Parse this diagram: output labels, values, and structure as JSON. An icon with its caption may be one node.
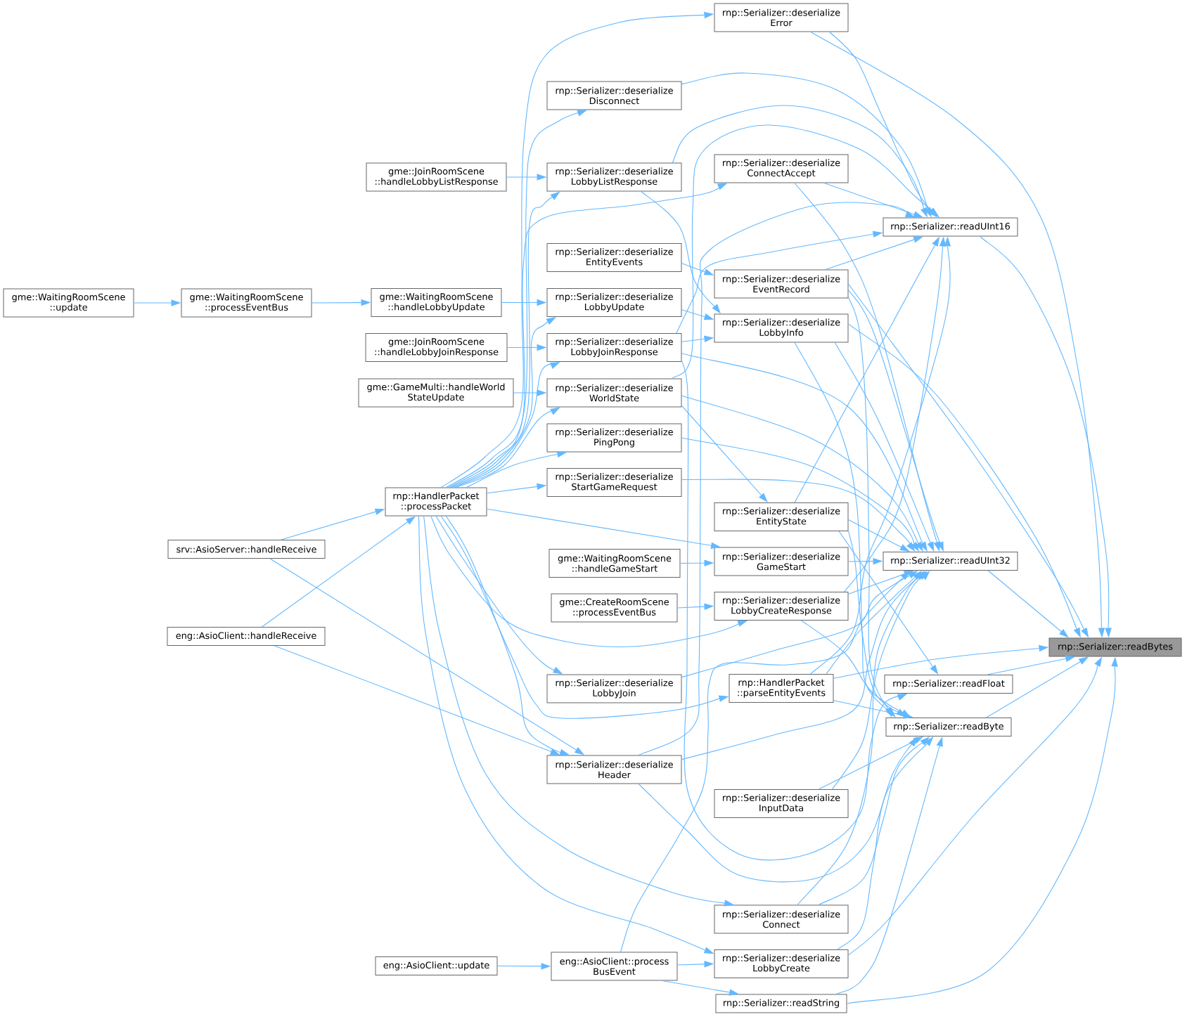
{
  "diagram": {
    "nodes": [
      {
        "text": [
          "rnp::Serializer::deserialize Error"
        ]
      },
      {
        "text": [
          "rnp::Serializer::deserialize Disconnect"
        ]
      },
      {
        "text": [
          "gme::JoinRoomScene ::handleLobbyListResponse"
        ]
      },
      {
        "text": [
          "rnp::Serializer::deserialize LobbyListResponse"
        ]
      },
      {
        "text": [
          "rnp::Serializer::deserialize ConnectAccept"
        ]
      },
      {
        "text": [
          "rnp::Serializer::readUInt16"
        ]
      },
      {
        "text": [
          "rnp::Serializer::deserialize EntityEvents"
        ]
      },
      {
        "text": [
          "rnp::Serializer::deserialize EventRecord"
        ]
      },
      {
        "text": [
          "gme::WaitingRoomScene ::update"
        ]
      },
      {
        "text": [
          "gme::WaitingRoomScene ::processEventBus"
        ]
      },
      {
        "text": [
          "gme::WaitingRoomScene ::handleLobbyUpdate"
        ]
      },
      {
        "text": [
          "rnp::Serializer::deserialize LobbyUpdate"
        ]
      },
      {
        "text": [
          "rnp::Serializer::deserialize LobbyInfo"
        ]
      },
      {
        "text": [
          "gme::JoinRoomScene ::handleLobbyJoinResponse"
        ]
      },
      {
        "text": [
          "rnp::Serializer::deserialize LobbyJoinResponse"
        ]
      },
      {
        "text": [
          "gme::GameMulti::handleWorld StateUpdate"
        ]
      },
      {
        "text": [
          "rnp::Serializer::deserialize WorldState"
        ]
      },
      {
        "text": [
          "rnp::Serializer::deserialize PingPong"
        ]
      },
      {
        "text": [
          "rnp::Serializer::deserialize StartGameRequest"
        ]
      },
      {
        "text": [
          "rnp::HandlerPacket ::processPacket"
        ]
      },
      {
        "text": [
          "rnp::Serializer::deserialize EntityState"
        ]
      },
      {
        "text": [
          "srv::AsioServer::handleReceive"
        ]
      },
      {
        "text": [
          "gme::WaitingRoomScene ::handleGameStart"
        ]
      },
      {
        "text": [
          "rnp::Serializer::deserialize GameStart"
        ]
      },
      {
        "text": [
          "rnp::Serializer::readUInt32"
        ]
      },
      {
        "text": [
          "gme::CreateRoomScene ::processEventBus"
        ]
      },
      {
        "text": [
          "rnp::Serializer::deserialize LobbyCreateResponse"
        ]
      },
      {
        "text": [
          "eng::AsioClient::handleReceive"
        ]
      },
      {
        "text": [
          "rnp::Serializer::readBytes"
        ]
      },
      {
        "text": [
          "rnp::Serializer::readFloat"
        ]
      },
      {
        "text": [
          "rnp::Serializer::deserialize LobbyJoin"
        ]
      },
      {
        "text": [
          "rnp::HandlerPacket ::parseEntityEvents"
        ]
      },
      {
        "text": [
          "rnp::Serializer::readByte"
        ]
      },
      {
        "text": [
          "rnp::Serializer::deserialize Header"
        ]
      },
      {
        "text": [
          "rnp::Serializer::deserialize InputData"
        ]
      },
      {
        "text": [
          "rnp::Serializer::deserialize Connect"
        ]
      },
      {
        "text": [
          "eng::AsioClient::update"
        ]
      },
      {
        "text": [
          "eng::AsioClient::process BusEvent"
        ]
      },
      {
        "text": [
          "rnp::Serializer::deserialize LobbyCreate"
        ]
      },
      {
        "text": [
          "rnp::Serializer::readString"
        ]
      }
    ],
    "edges": [
      {
        "from": 8,
        "to": 9,
        "arrow": "to"
      },
      {
        "from": 9,
        "to": 10,
        "arrow": "to"
      },
      {
        "from": 10,
        "to": 11,
        "arrow": "to"
      },
      {
        "from": 2,
        "to": 3,
        "arrow": "to"
      },
      {
        "from": 13,
        "to": 14,
        "arrow": "to"
      },
      {
        "from": 15,
        "to": 16,
        "arrow": "to"
      },
      {
        "from": 22,
        "to": 23,
        "arrow": "to"
      },
      {
        "from": 25,
        "to": 26,
        "arrow": "to"
      },
      {
        "from": 36,
        "to": 37,
        "arrow": "to"
      },
      {
        "from": 21,
        "to": 19,
        "arrow": "to"
      },
      {
        "from": 21,
        "to": 33,
        "arrow": "to"
      },
      {
        "from": 27,
        "to": 19,
        "arrow": "to"
      },
      {
        "from": 27,
        "to": 33,
        "arrow": "to"
      },
      {
        "from": 19,
        "to": 0,
        "arrow": "to"
      },
      {
        "from": 19,
        "to": 1,
        "arrow": "to"
      },
      {
        "from": 19,
        "to": 3,
        "arrow": "to"
      },
      {
        "from": 19,
        "to": 4,
        "arrow": "to"
      },
      {
        "from": 19,
        "to": 11,
        "arrow": "to"
      },
      {
        "from": 19,
        "to": 14,
        "arrow": "to"
      },
      {
        "from": 19,
        "to": 16,
        "arrow": "to"
      },
      {
        "from": 19,
        "to": 17,
        "arrow": "to"
      },
      {
        "from": 19,
        "to": 18,
        "arrow": "to"
      },
      {
        "from": 19,
        "to": 23,
        "arrow": "to"
      },
      {
        "from": 19,
        "to": 26,
        "arrow": "to"
      },
      {
        "from": 19,
        "to": 30,
        "arrow": "to"
      },
      {
        "from": 19,
        "to": 31,
        "arrow": "to"
      },
      {
        "from": 19,
        "to": 33,
        "arrow": "to"
      },
      {
        "from": 19,
        "to": 35,
        "arrow": "to"
      },
      {
        "from": 19,
        "to": 38,
        "arrow": "to"
      },
      {
        "from": 37,
        "to": 38,
        "arrow": "to"
      },
      {
        "from": 37,
        "to": 39,
        "arrow": "to"
      },
      {
        "from": 37,
        "to": 24,
        "arrow": "to"
      },
      {
        "from": 0,
        "to": 5,
        "arrow": "to"
      },
      {
        "from": 0,
        "to": 28,
        "arrow": "to"
      },
      {
        "from": 1,
        "to": 5,
        "arrow": "to"
      },
      {
        "from": 3,
        "to": 5,
        "arrow": "to"
      },
      {
        "from": 4,
        "to": 5,
        "arrow": "to"
      },
      {
        "from": 7,
        "to": 5,
        "arrow": "to"
      },
      {
        "from": 14,
        "to": 5,
        "arrow": "to"
      },
      {
        "from": 16,
        "to": 5,
        "arrow": "to"
      },
      {
        "from": 20,
        "to": 5,
        "arrow": "to"
      },
      {
        "from": 26,
        "to": 5,
        "arrow": "to"
      },
      {
        "from": 31,
        "to": 5,
        "arrow": "to"
      },
      {
        "from": 33,
        "to": 5,
        "arrow": "to"
      },
      {
        "from": 4,
        "to": 24,
        "arrow": "to"
      },
      {
        "from": 7,
        "to": 24,
        "arrow": "to"
      },
      {
        "from": 7,
        "to": 32,
        "arrow": "to"
      },
      {
        "from": 7,
        "to": 28,
        "arrow": "to"
      },
      {
        "from": 12,
        "to": 28,
        "arrow": "to"
      },
      {
        "from": 12,
        "to": 24,
        "arrow": "to"
      },
      {
        "from": 12,
        "to": 32,
        "arrow": "to"
      },
      {
        "from": 14,
        "to": 12,
        "arrow": "to"
      },
      {
        "from": 14,
        "to": 24,
        "arrow": "to"
      },
      {
        "from": 14,
        "to": 29,
        "arrow": "to"
      },
      {
        "from": 16,
        "to": 24,
        "arrow": "to"
      },
      {
        "from": 16,
        "to": 20,
        "arrow": "to"
      },
      {
        "from": 17,
        "to": 24,
        "arrow": "to"
      },
      {
        "from": 18,
        "to": 24,
        "arrow": "to"
      },
      {
        "from": 20,
        "to": 24,
        "arrow": "to"
      },
      {
        "from": 20,
        "to": 29,
        "arrow": "to"
      },
      {
        "from": 20,
        "to": 32,
        "arrow": "to"
      },
      {
        "from": 23,
        "to": 24,
        "arrow": "to"
      },
      {
        "from": 26,
        "to": 24,
        "arrow": "to"
      },
      {
        "from": 26,
        "to": 32,
        "arrow": "to"
      },
      {
        "from": 30,
        "to": 24,
        "arrow": "to"
      },
      {
        "from": 31,
        "to": 24,
        "arrow": "to"
      },
      {
        "from": 33,
        "to": 24,
        "arrow": "to"
      },
      {
        "from": 34,
        "to": 24,
        "arrow": "to"
      },
      {
        "from": 35,
        "to": 24,
        "arrow": "to"
      },
      {
        "from": 24,
        "to": 28,
        "arrow": "to"
      },
      {
        "from": 29,
        "to": 28,
        "arrow": "to"
      },
      {
        "from": 31,
        "to": 32,
        "arrow": "to"
      },
      {
        "from": 33,
        "to": 32,
        "arrow": "to"
      },
      {
        "from": 34,
        "to": 32,
        "arrow": "to"
      },
      {
        "from": 35,
        "to": 32,
        "arrow": "to"
      },
      {
        "from": 38,
        "to": 32,
        "arrow": "to"
      },
      {
        "from": 39,
        "to": 32,
        "arrow": "to"
      },
      {
        "from": 32,
        "to": 28,
        "arrow": "to"
      },
      {
        "from": 5,
        "to": 28,
        "arrow": "to"
      },
      {
        "from": 31,
        "to": 28,
        "arrow": "to"
      },
      {
        "from": 38,
        "to": 28,
        "arrow": "to"
      },
      {
        "from": 39,
        "to": 28,
        "arrow": "to"
      },
      {
        "from": 3,
        "to": 12,
        "arrow": "to"
      },
      {
        "from": 6,
        "to": 7,
        "arrow": "to"
      },
      {
        "from": 11,
        "to": 12,
        "arrow": "to"
      }
    ]
  }
}
